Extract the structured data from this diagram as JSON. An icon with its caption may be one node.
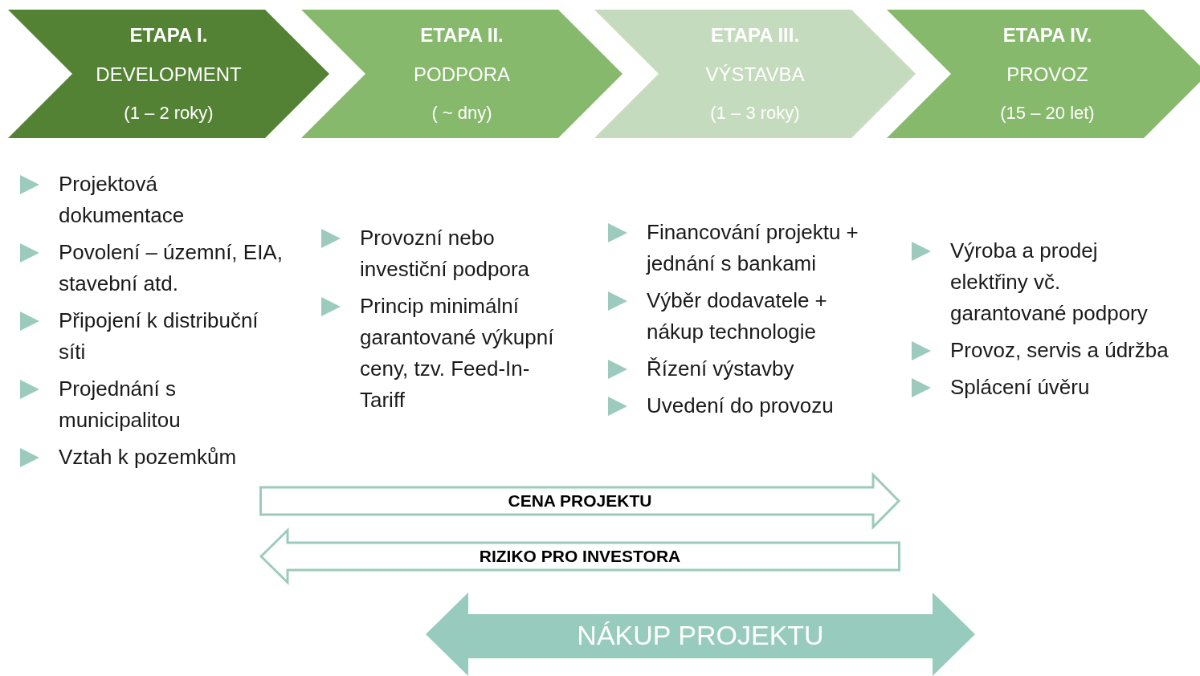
{
  "diagram": {
    "nodes": [
      {
        "text": [
          "ETAPA I.",
          "DEVELOPMENT",
          "(1 – 2 roky)"
        ],
        "beside": [
          "Projektová dokumentace",
          "Povolení – územní, EIA, stavební atd.",
          "Připojení k distribuční síti",
          "Projednání s municipalitou",
          "Vztah k pozemkům"
        ]
      },
      {
        "text": [
          "ETAPA II.",
          "PODPORA",
          "( ~ dny)"
        ],
        "beside": [
          "Provozní nebo investiční podpora",
          "Princip minimální garantované výkupní ceny, tzv. Feed-In-Tariff"
        ]
      },
      {
        "text": [
          "ETAPA III.",
          "VÝSTAVBA",
          "(1 – 3 roky)"
        ],
        "beside": [
          "Financování projektu + jednání s bankami",
          "Výběr dodavatele + nákup technologie",
          "Řízení výstavby",
          "Uvedení do provozu"
        ]
      },
      {
        "text": [
          "ETAPA IV.",
          "PROVOZ",
          "(15 – 20 let)"
        ],
        "beside": [
          "Výroba a prodej elektřiny vč. garantované podpory",
          "Provoz, servis a údržba",
          "Splácení úvěru"
        ]
      },
      {
        "text": [
          "CENA PROJEKTU"
        ]
      },
      {
        "text": [
          "RIZIKO PRO INVESTORA"
        ]
      },
      {
        "text": [
          "NÁKUP PROJEKTU"
        ]
      }
    ]
  }
}
